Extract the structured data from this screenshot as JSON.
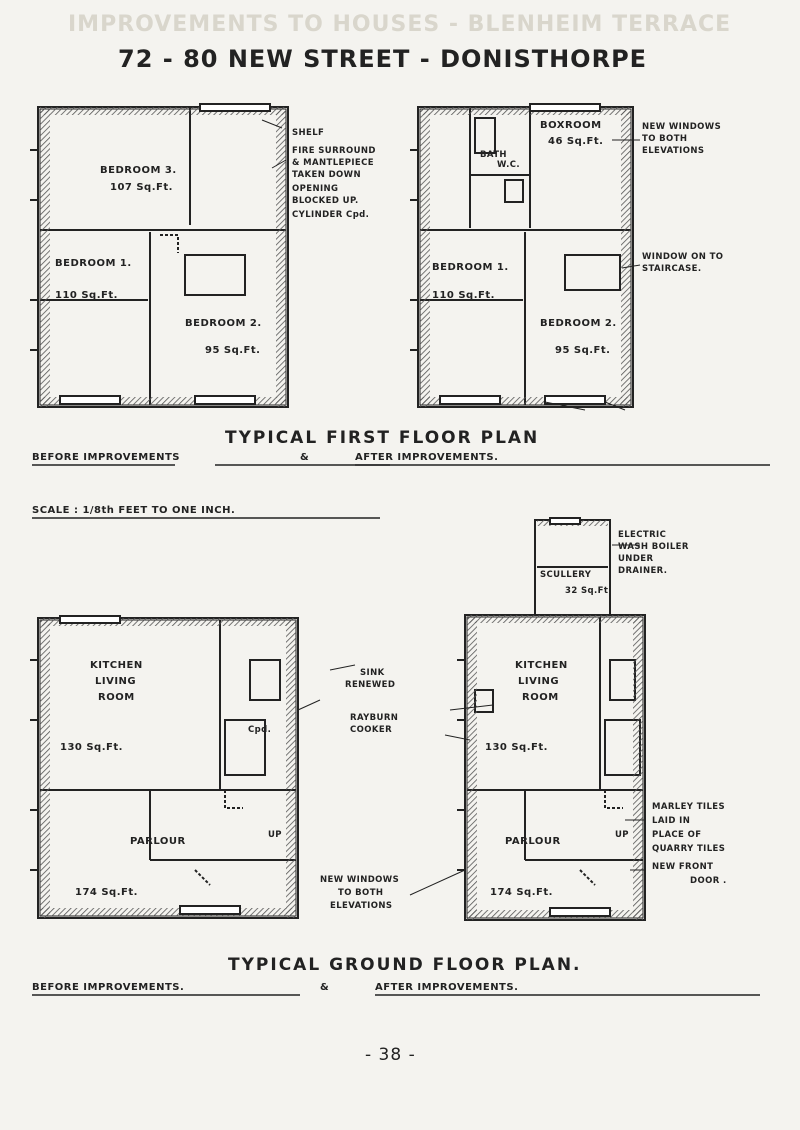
{
  "header": {
    "line1": "IMPROVEMENTS TO HOUSES - BLENHEIM TERRACE",
    "line2": "72 - 80 NEW STREET - DONISTHORPE"
  },
  "first_floor": {
    "before": {
      "bedroom3": "BEDROOM 3.",
      "bedroom3_area": "107 Sq.Ft.",
      "bedroom1": "BEDROOM 1.",
      "bedroom1_area": "110 Sq.Ft.",
      "bedroom2": "BEDROOM 2.",
      "bedroom2_area": "95 Sq.Ft."
    },
    "notes_left": {
      "shelf": "SHELF",
      "fire_surround": "FIRE SURROUND",
      "mantlepiece": "& MANTLEPIECE",
      "taken_down": "TAKEN DOWN",
      "opening": "OPENING",
      "blocked_up": "BLOCKED UP.",
      "cylinder_cpd": "CYLINDER Cpd."
    },
    "after": {
      "bath": "BATH",
      "wc": "W.C.",
      "boxroom": "BOXROOM",
      "boxroom_area": "46 Sq.Ft.",
      "bedroom1": "BEDROOM 1.",
      "bedroom1_area": "110 Sq.Ft.",
      "bedroom2": "BEDROOM 2.",
      "bedroom2_area": "95 Sq.Ft."
    },
    "notes_right": {
      "new_windows": "NEW WINDOWS",
      "to_both": "TO BOTH",
      "elevations": "ELEVATIONS",
      "window_on": "WINDOW ON TO",
      "staircase": "STAIRCASE."
    },
    "title": "TYPICAL FIRST FLOOR PLAN",
    "before_label": "BEFORE IMPROVEMENTS",
    "amp": "&",
    "after_label": "AFTER IMPROVEMENTS."
  },
  "scale_note": "SCALE : 1/8th FEET TO ONE INCH.",
  "ground_floor": {
    "before": {
      "kitchen": "KITCHEN",
      "living": "LIVING",
      "room": "ROOM",
      "kitchen_area": "130 Sq.Ft.",
      "cpd": "Cpd.",
      "up": "UP",
      "parlour": "PARLOUR",
      "parlour_area": "174 Sq.Ft."
    },
    "after": {
      "scullery": "SCULLERY",
      "scullery_area": "32 Sq.Ft.",
      "kitchen": "KITCHEN",
      "living": "LIVING",
      "room": "ROOM",
      "kitchen_area": "130 Sq.Ft.",
      "up": "UP",
      "parlour": "PARLOUR",
      "parlour_area": "174 Sq.Ft."
    },
    "notes_left": {
      "sink_renewed": "SINK",
      "renewed": "RENEWED",
      "rayburn": "RAYBURN",
      "cooker": "COOKER",
      "new_windows": "NEW WINDOWS",
      "to_both": "TO BOTH",
      "elevations": "ELEVATIONS"
    },
    "notes_right": {
      "electric": "ELECTRIC",
      "wash_boiler": "WASH BOILER",
      "under": "UNDER",
      "drainer": "DRAINER.",
      "marley": "MARLEY TILES",
      "laid_in": "LAID IN",
      "place_of": "PLACE OF",
      "quarry": "QUARRY TILES",
      "new_front": "NEW FRONT",
      "door": "DOOR ."
    },
    "title": "TYPICAL GROUND FLOOR PLAN.",
    "before_label": "BEFORE IMPROVEMENTS.",
    "amp": "&",
    "after_label": "AFTER IMPROVEMENTS."
  },
  "page_number": "- 38 -",
  "colors": {
    "ink": "#222222",
    "paper": "#f4f3ef",
    "hatch": "#555555"
  }
}
